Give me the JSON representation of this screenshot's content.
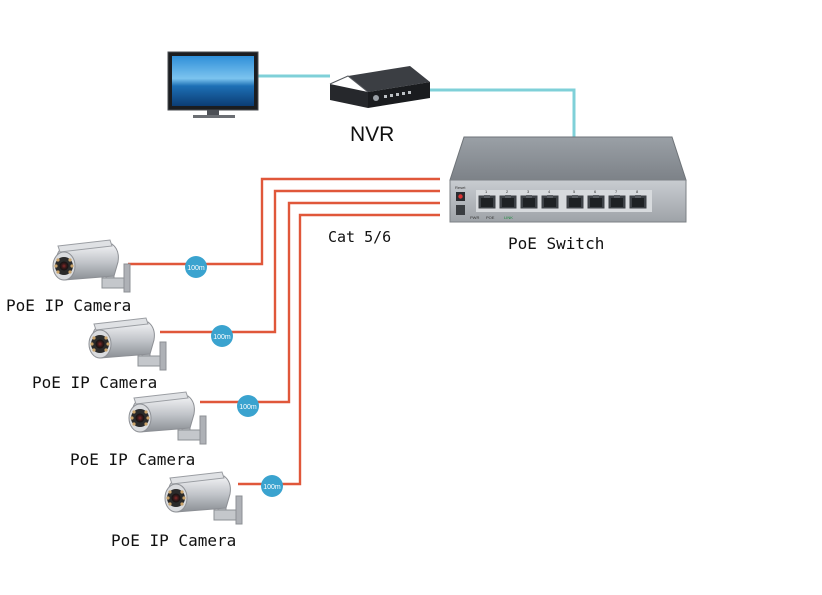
{
  "labels": {
    "nvr": "NVR",
    "switch": "PoE Switch",
    "cable": "Cat 5/6"
  },
  "cameras": [
    {
      "label": "PoE IP Camera",
      "distance": "100m"
    },
    {
      "label": "PoE IP Camera",
      "distance": "100m"
    },
    {
      "label": "PoE IP Camera",
      "distance": "100m"
    },
    {
      "label": "PoE IP Camera",
      "distance": "100m"
    }
  ],
  "switch_face": {
    "reset": "Reset",
    "pwr": "PWR",
    "poe": "POE",
    "link": "LINK",
    "ports": [
      "1",
      "2",
      "3",
      "4",
      "5",
      "6",
      "7",
      "8"
    ]
  },
  "colors": {
    "network_link": "#7fd0d8",
    "poe_cable": "#e0573a",
    "badge": "#3aa3cf",
    "device_grey": "#8f9399"
  }
}
